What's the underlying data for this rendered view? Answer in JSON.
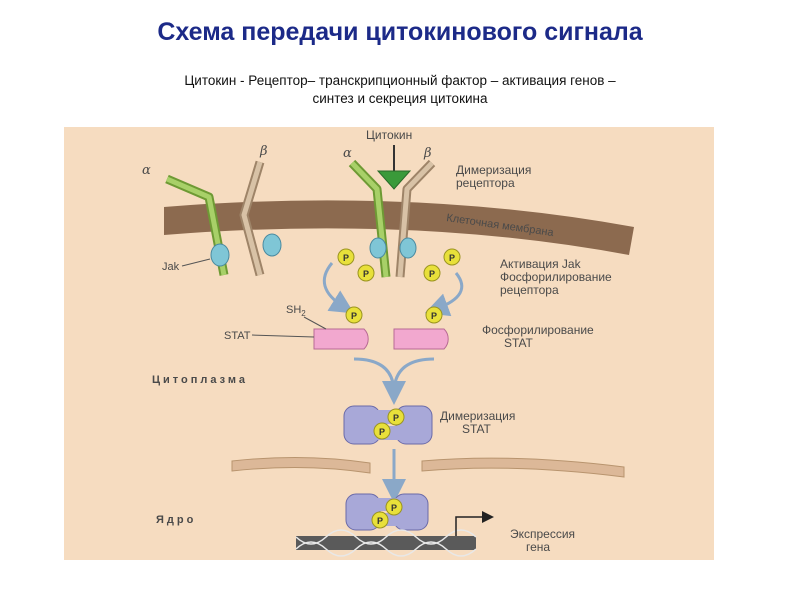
{
  "slide": {
    "title": "Схема передачи цитокинового сигнала",
    "subtitle_line1": "Цитокин  - Рецептор– транскрипционный фактор – активация генов –",
    "subtitle_line2": "синтез и секреция цитокина"
  },
  "diagram": {
    "alpha": "α",
    "beta": "β",
    "cytokine": "Цитокин",
    "dimerization_receptor_1": "Димеризация",
    "dimerization_receptor_2": "рецептора",
    "membrane": "Клеточная мембрана",
    "jak": "Jak",
    "jak_activation_1": "Активация Jak",
    "jak_activation_2": "Фосфорилирование",
    "jak_activation_3": "рецептора",
    "sh2": "SH",
    "sh2_sub": "2",
    "stat": "STAT",
    "stat_phos_1": "Фосфорилирование",
    "stat_phos_2": "STAT",
    "cytoplasm": "Цитоплазма",
    "stat_dimer_1": "Димеризация",
    "stat_dimer_2": "STAT",
    "nucleus": "Ядро",
    "gene_expr_1": "Экспрессия",
    "gene_expr_2": "гена",
    "p": "P"
  },
  "colors": {
    "title": "#1c2a88",
    "background_panel": "#f6dcc0",
    "membrane": "#8c6a4f",
    "receptor_alpha": "#8db84a",
    "receptor_beta": "#c2a98c",
    "jak": "#7fc6d6",
    "phospho": "#e8e03a",
    "stat": "#f2a8cf",
    "stat_dimer": "#a8a8d8",
    "arrow": "#8aa8c8",
    "cytokine": "#3a9a3a"
  }
}
